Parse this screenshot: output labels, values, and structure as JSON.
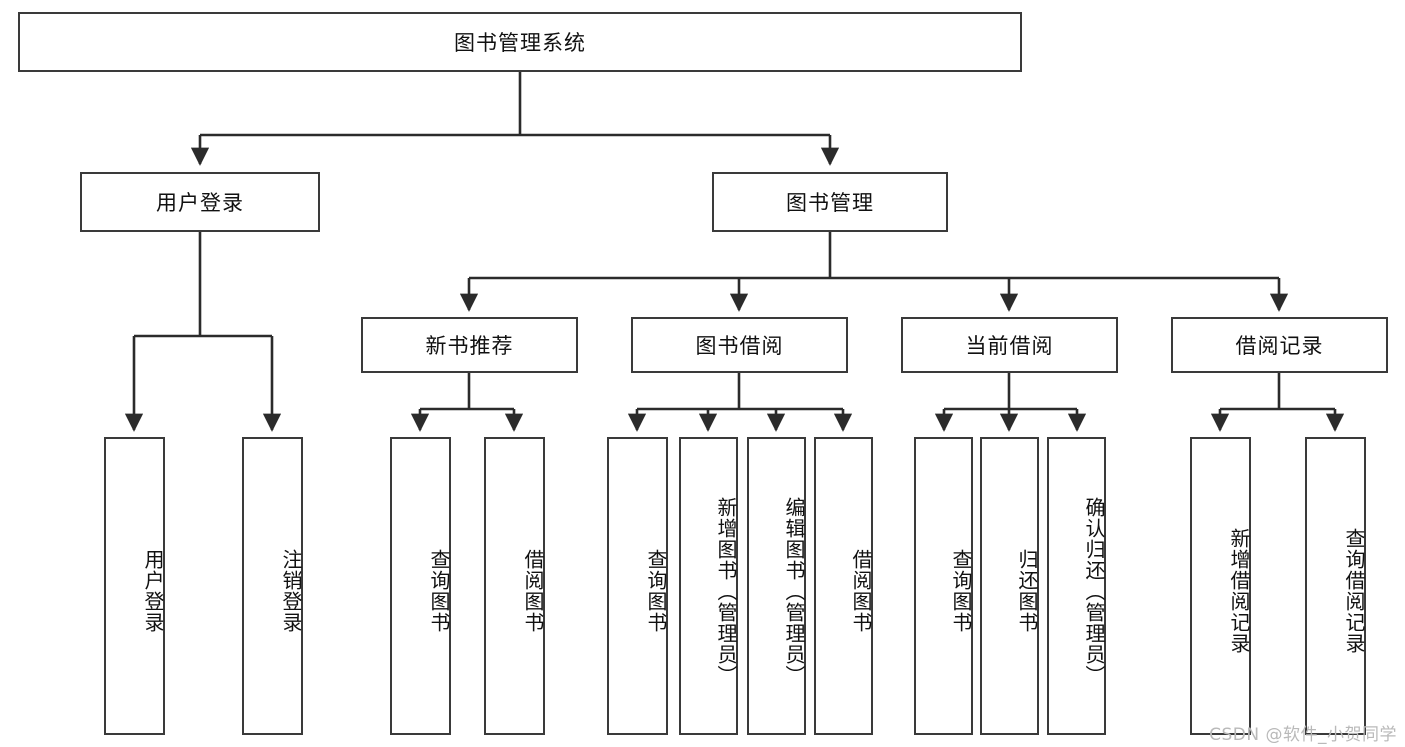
{
  "diagram": {
    "title": "图书管理系统",
    "watermark": "CSDN @软件_小贺同学",
    "colors": {
      "border": "#3a3a3a",
      "background": "#ffffff",
      "text": "#111111",
      "edge": "#2b2b2b",
      "watermark": "#b9b9b9"
    },
    "root": {
      "label": "图书管理系统"
    },
    "level1": [
      {
        "label": "用户登录"
      },
      {
        "label": "图书管理"
      }
    ],
    "level2": [
      {
        "label": "新书推荐"
      },
      {
        "label": "图书借阅"
      },
      {
        "label": "当前借阅"
      },
      {
        "label": "借阅记录"
      }
    ],
    "leaves": {
      "user_login": [
        {
          "label": "用户登录"
        },
        {
          "label": "注销登录"
        }
      ],
      "new_book_recommend": [
        {
          "label": "查询图书"
        },
        {
          "label": "借阅图书"
        }
      ],
      "book_borrow": [
        {
          "label": "查询图书"
        },
        {
          "label": "新增图书（管理员）"
        },
        {
          "label": "编辑图书（管理员）"
        },
        {
          "label": "借阅图书"
        }
      ],
      "current_borrow": [
        {
          "label": "查询图书"
        },
        {
          "label": "归还图书"
        },
        {
          "label": "确认归还（管理员）"
        }
      ],
      "borrow_record": [
        {
          "label": "新增借阅记录"
        },
        {
          "label": "查询借阅记录"
        }
      ]
    }
  }
}
